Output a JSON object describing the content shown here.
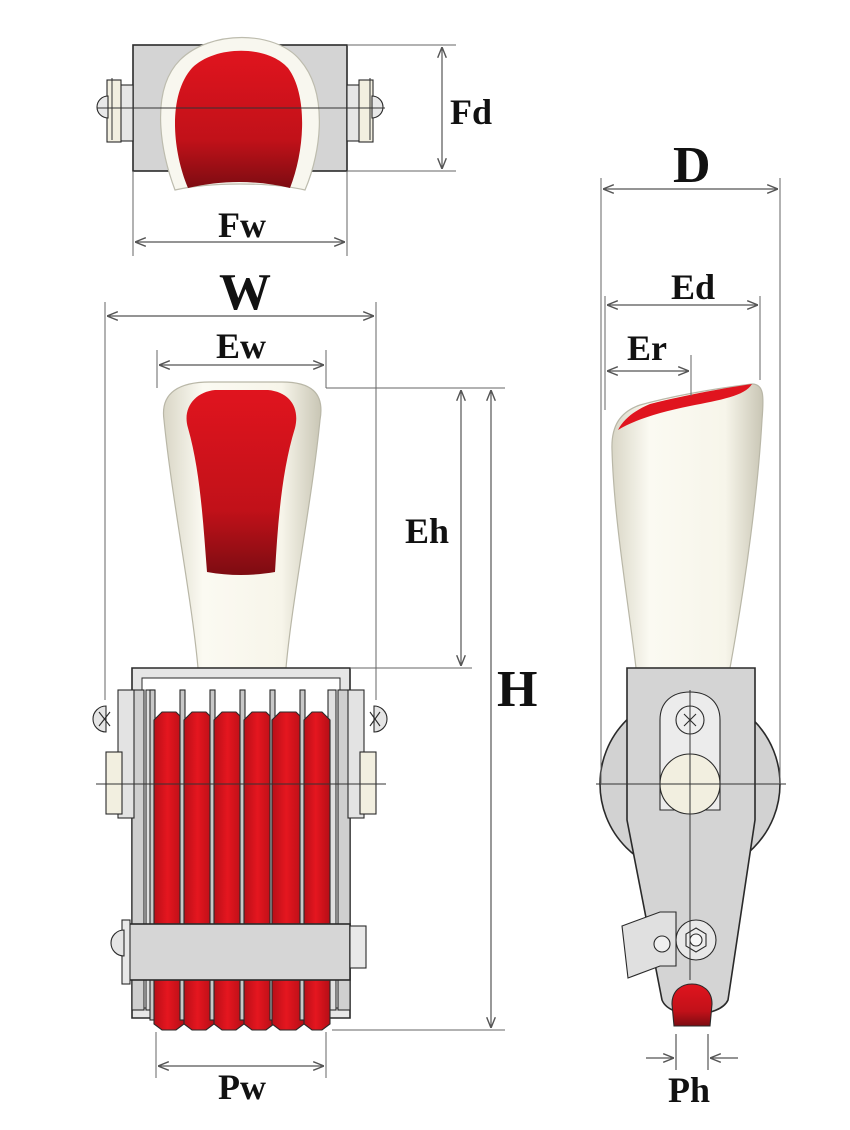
{
  "labels": {
    "Fd": "Fd",
    "Fw": "Fw",
    "W": "W",
    "Ew": "Ew",
    "Eh": "Eh",
    "H": "H",
    "Pw": "Pw",
    "D": "D",
    "Ed": "Ed",
    "Er": "Er",
    "Ph": "Ph"
  },
  "colors": {
    "body_gray": "#d4d4d4",
    "band_red": "#e0141e",
    "band_dark_red": "#8a0d14",
    "grip_ivory": "#f4f1e4",
    "outline": "#2a2a2a",
    "dimension_line": "#555555"
  },
  "views": [
    "top-view",
    "front-view",
    "side-view"
  ],
  "band_count": 6
}
